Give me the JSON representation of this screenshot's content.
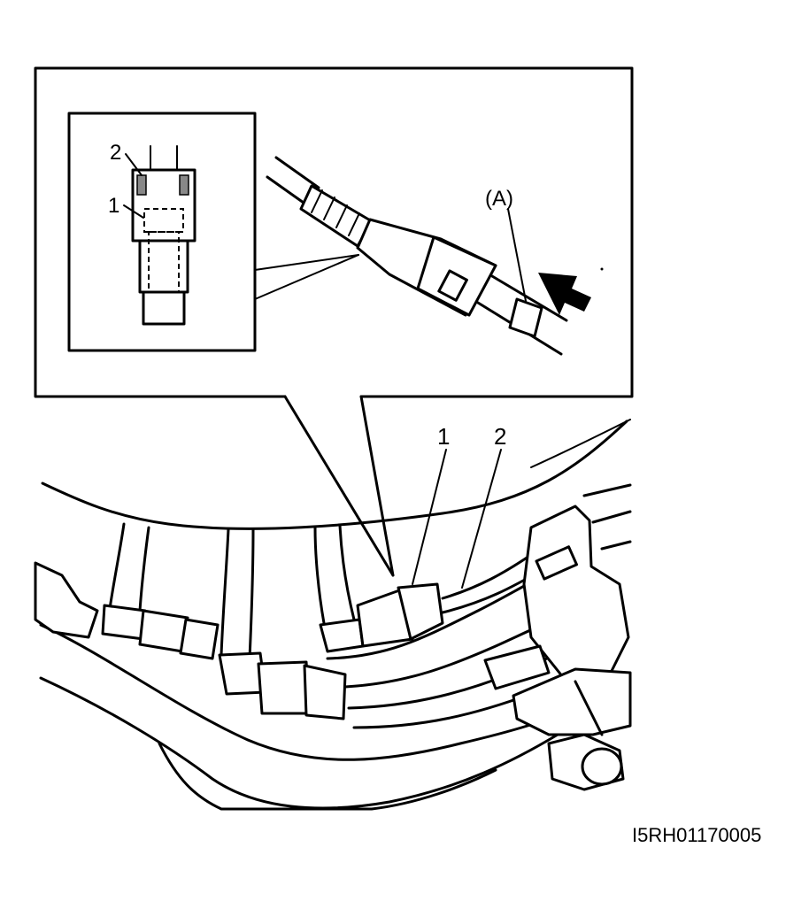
{
  "inset_detail": {
    "label_2": "2",
    "label_1": "1"
  },
  "inset_main": {
    "label_a": "(A)"
  },
  "main_view": {
    "label_1": "1",
    "label_2": "2"
  },
  "figure_code": "I5RH01170005"
}
